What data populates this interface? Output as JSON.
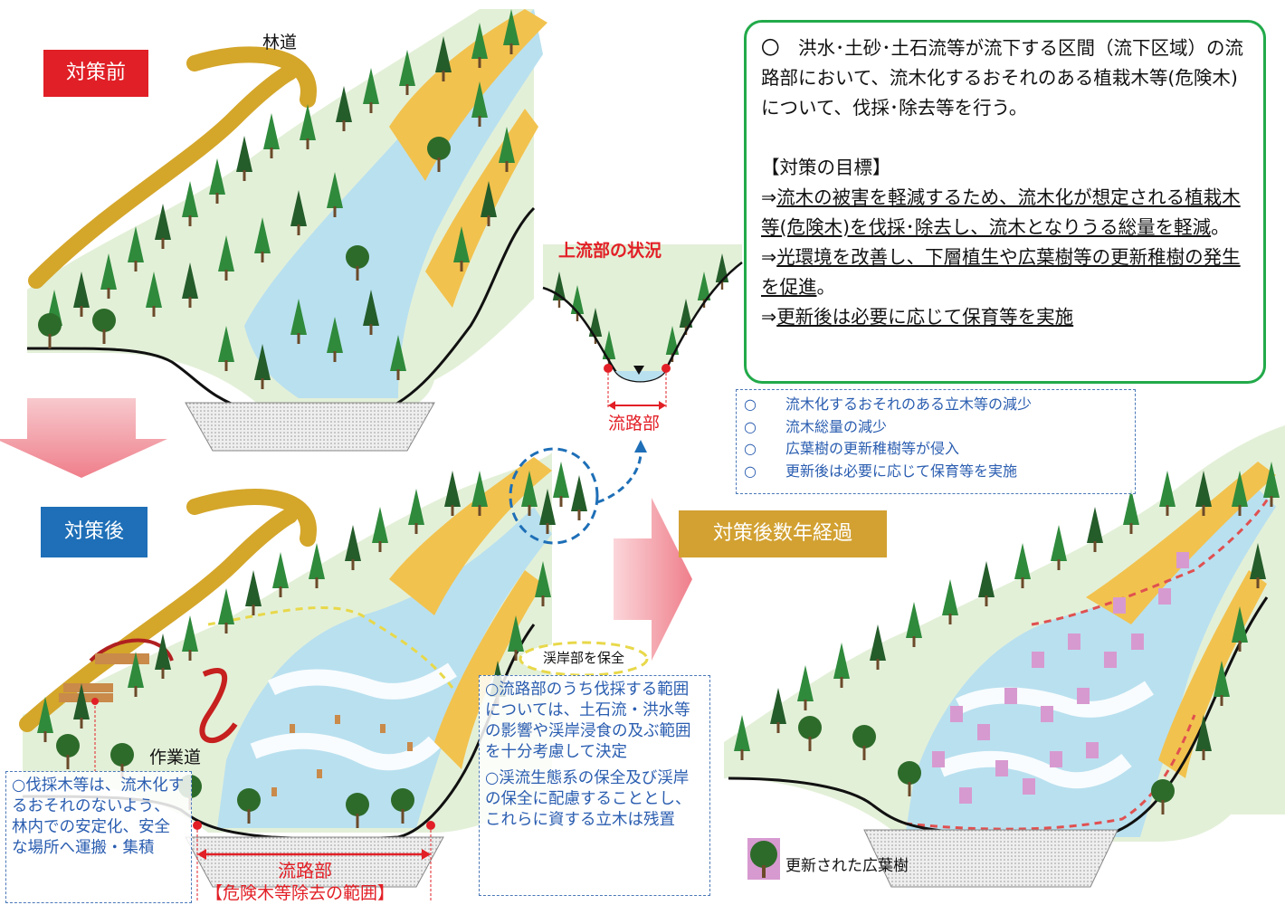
{
  "stages": {
    "before": "対策前",
    "after": "対策後",
    "years_after": "対策後数年経過"
  },
  "labels": {
    "forest_road": "林道",
    "upstream_title": "上流部の状況",
    "channel_small": "流路部",
    "channel_bottom": "流路部",
    "removal_range": "【危険木等除去の範囲】",
    "work_road": "作業道",
    "protect_bank": "渓岸部を保全",
    "legend_broadleaf": "更新された広葉樹"
  },
  "summary": {
    "intro": "〇　洪水･土砂･土石流等が流下する区間（流下区域）の流路部において、流木化するおそれのある植栽木等(危険木)について、伐採･除去等を行う。",
    "goal_heading": "【対策の目標】",
    "goals": [
      {
        "arrow": "⇒",
        "text": "流木の被害を軽減するため、流木化が想定される植栽木等(危険木)を伐採･除去し、流木となりうる総量を軽減",
        "end": "。"
      },
      {
        "arrow": "⇒",
        "text": "光環境を改善し、下層植生や広葉樹等の更新稚樹の発生を促進",
        "end": "。"
      },
      {
        "arrow": "⇒",
        "text": "更新後は必要に応じて保育等を実施",
        "end": ""
      }
    ]
  },
  "effects": [
    "流木化するおそれのある立木等の減少",
    "流木総量の減少",
    "広葉樹の更新稚樹等が侵入",
    "更新後は必要に応じて保育等を実施"
  ],
  "effects_mark": "○",
  "notes": {
    "left": "○伐採木等は、流木化するおそれのないよう、林内での安定化、安全な場所へ運搬・集積",
    "mid_1": "○流路部のうち伐採する範囲については、土石流・洪水等の影響や渓岸浸食の及ぶ範囲を十分考慮して決定",
    "mid_2": "○渓流生態系の保全及び渓岸の保全に配慮することとし、これらに資する立木は残置"
  },
  "colors": {
    "before": "#e01f26",
    "after": "#1e6fb7",
    "years": "#d2a132",
    "border_green": "#22aa4a",
    "note_blue": "#2a5db0",
    "road": "#d4a62a",
    "conifer": "#2f8a3c",
    "conifer_dark": "#245c2a",
    "broadleaf": "#3f8f3a",
    "river": "#b9e0ef",
    "pink": "#d79ad0"
  }
}
